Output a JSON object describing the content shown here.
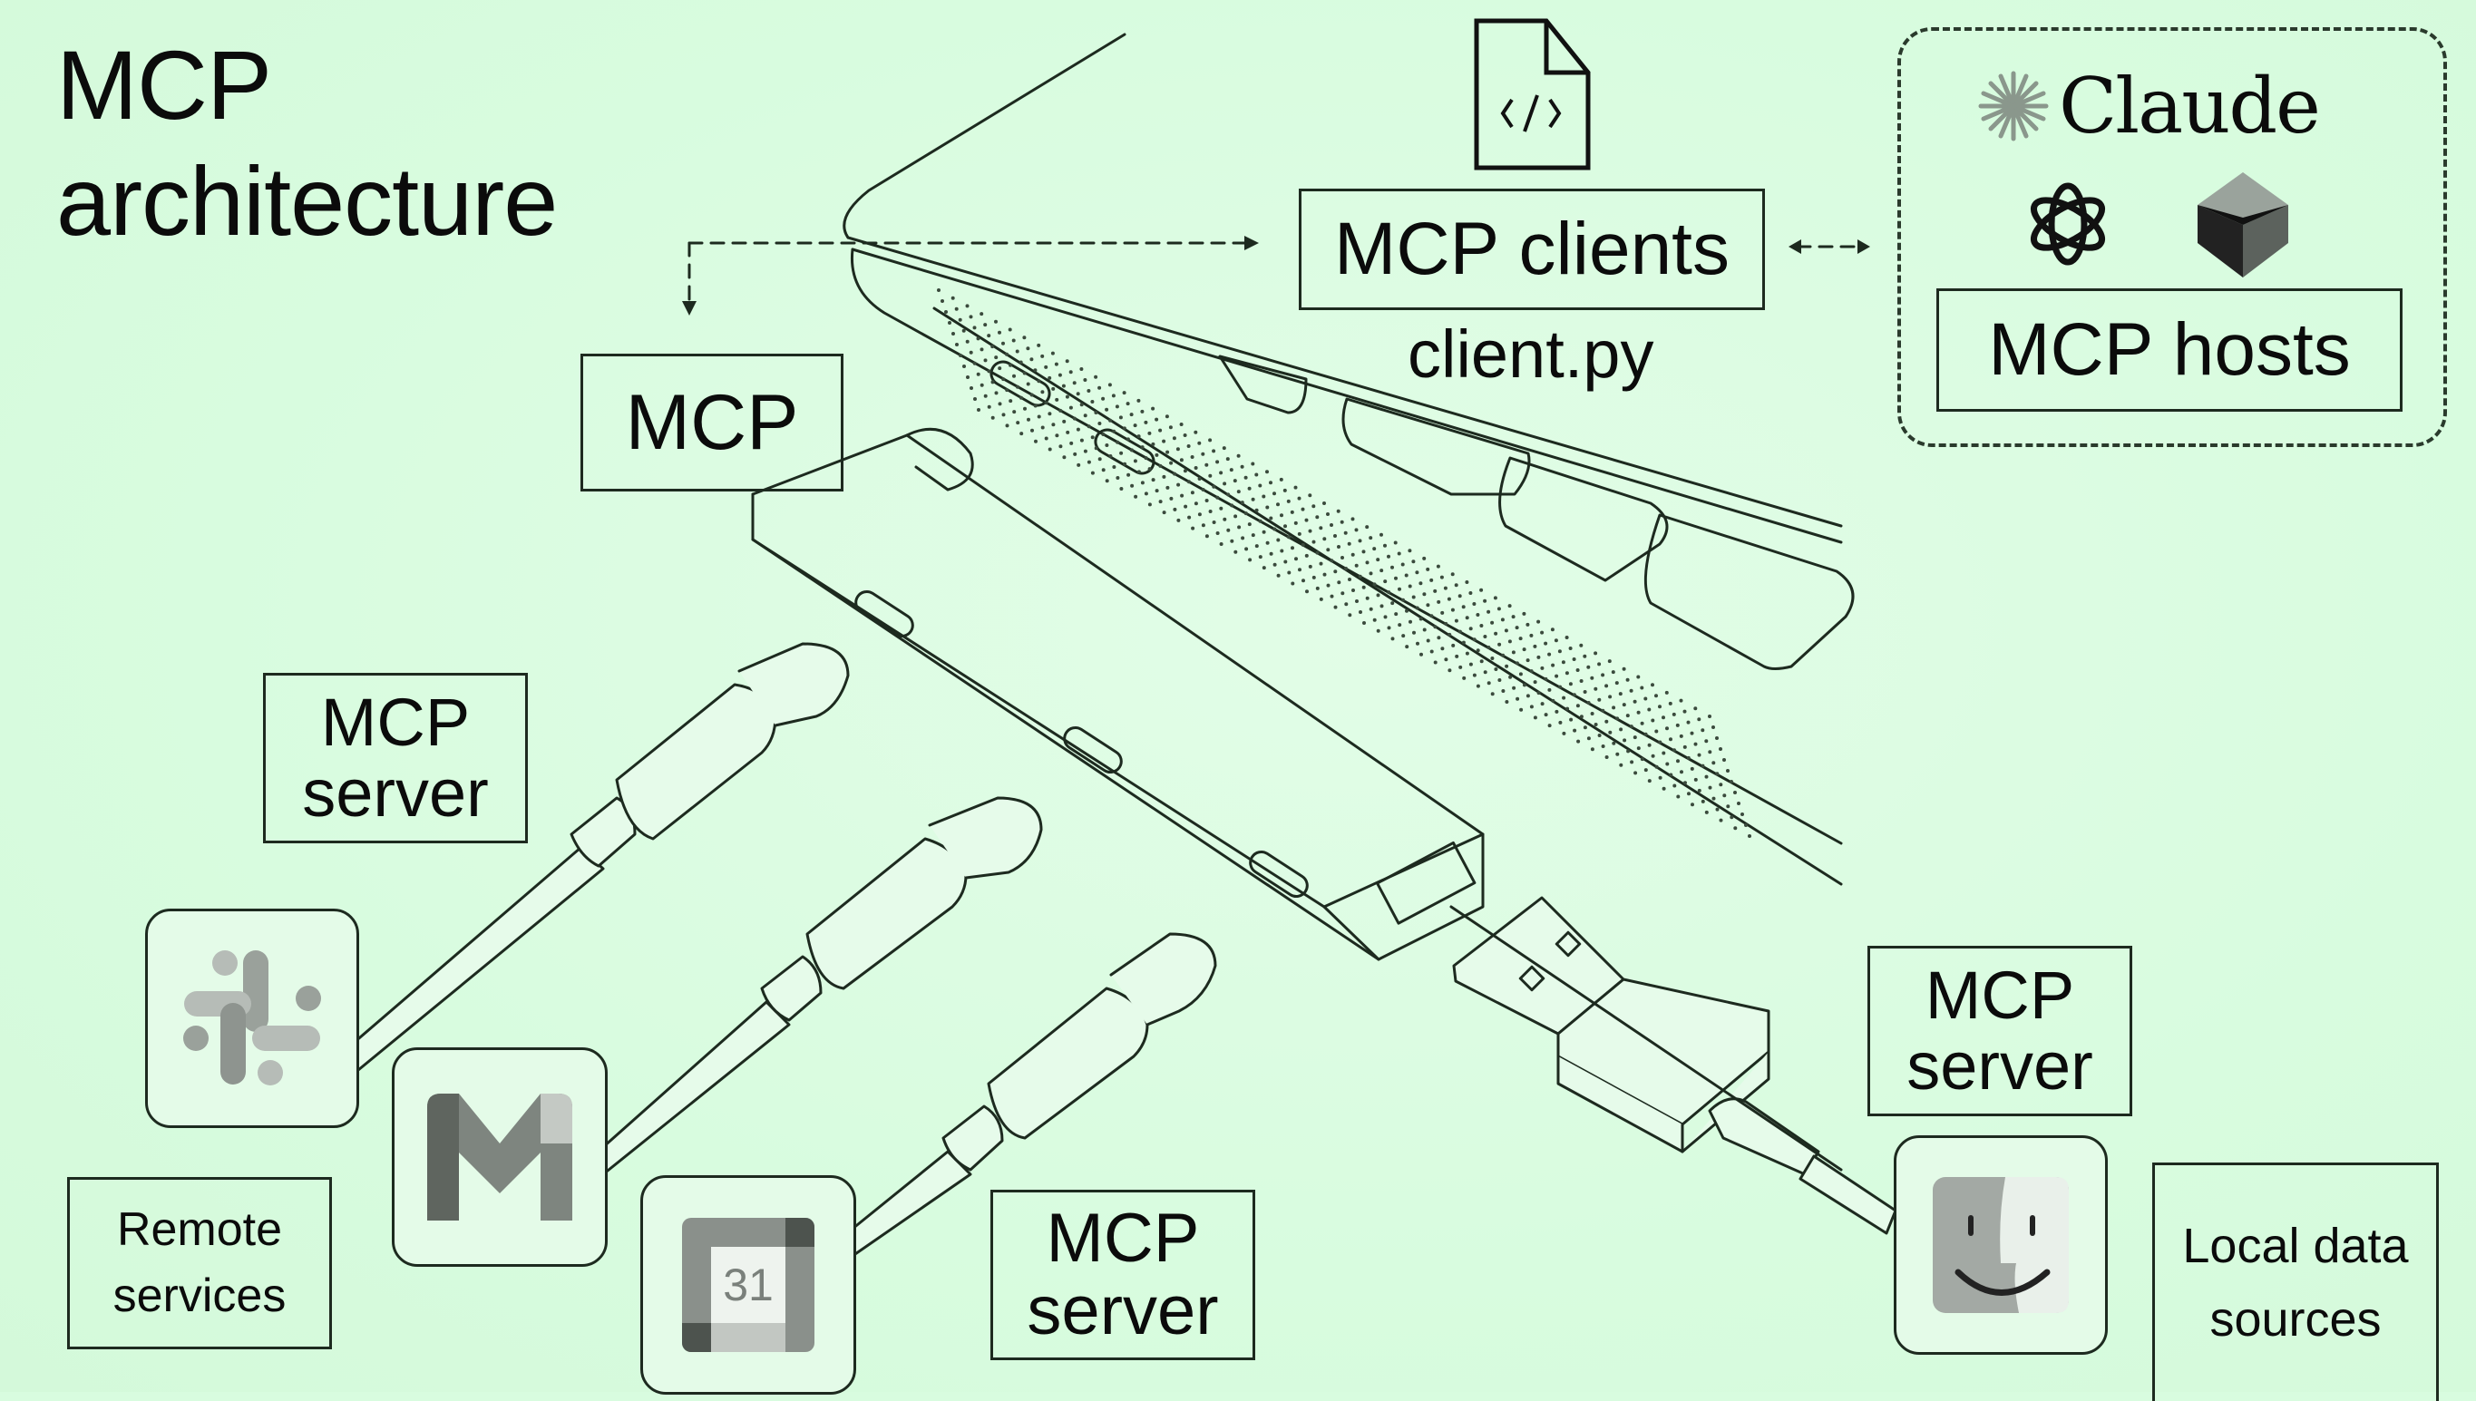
{
  "title": {
    "line1": "MCP",
    "line2": "architecture"
  },
  "labels": {
    "mcp_hub": "MCP",
    "mcp_clients": "MCP clients",
    "client_file": "client.py",
    "mcp_hosts": "MCP hosts",
    "claude_brand": "Claude",
    "server_top_left": "MCP\nserver",
    "server_bottom_middle": "MCP\nserver",
    "server_right": "MCP\nserver",
    "remote_services": "Remote\nservices",
    "local_data_sources": "Local data\nsources",
    "calendar_day": "31"
  },
  "icons": {
    "code_file": "code-file-icon",
    "claude": "claude-starburst-icon",
    "openai": "openai-knot-icon",
    "perplexity": "gemstone-icon",
    "slack": "slack-icon",
    "gmail": "gmail-icon",
    "calendar": "google-calendar-icon",
    "finder": "finder-icon"
  },
  "colors": {
    "background": "#d8fcdf",
    "line": "#1d2a1f",
    "tile": "#e4fbe8",
    "icon_gray_dark": "#5b605c",
    "icon_gray_mid": "#8a908b",
    "icon_gray_light": "#b9beb9"
  }
}
